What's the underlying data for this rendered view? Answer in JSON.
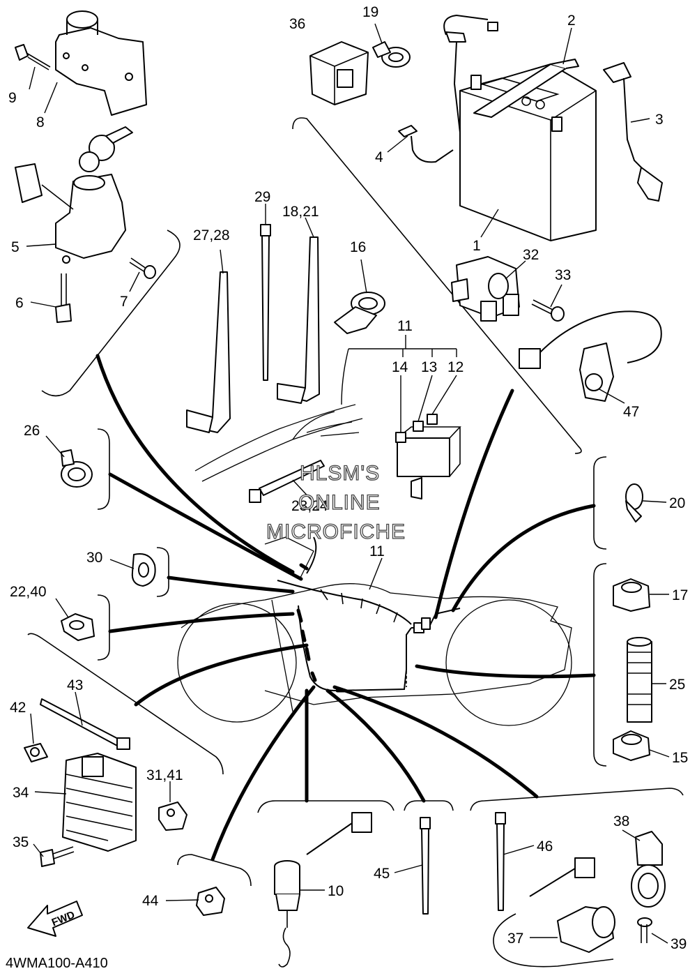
{
  "diagram_code": "4WMA100-A410",
  "watermark": [
    "HLSM'S",
    "ONLINE",
    "MICROFICHE"
  ],
  "direction_arrow": "FWD",
  "callouts": {
    "c1": "1",
    "c2": "2",
    "c3": "3",
    "c4": "4",
    "c5": "5",
    "c6": "6",
    "c7": "7",
    "c8": "8",
    "c9": "9",
    "c10": "10",
    "c11a": "11",
    "c11b": "11",
    "c12": "12",
    "c13": "13",
    "c14": "14",
    "c15": "15",
    "c16": "16",
    "c17": "17",
    "c18_21": "18,21",
    "c19": "19",
    "c20": "20",
    "c22_40": "22,40",
    "c23_24": "23,24",
    "c25": "25",
    "c26": "26",
    "c27_28": "27,28",
    "c29": "29",
    "c30": "30",
    "c31_41": "31,41",
    "c32": "32",
    "c33": "33",
    "c34": "34",
    "c35": "35",
    "c36": "36",
    "c37": "37",
    "c38": "38",
    "c39": "39",
    "c42": "42",
    "c43": "43",
    "c44": "44",
    "c45": "45",
    "c46": "46",
    "c47": "47"
  }
}
